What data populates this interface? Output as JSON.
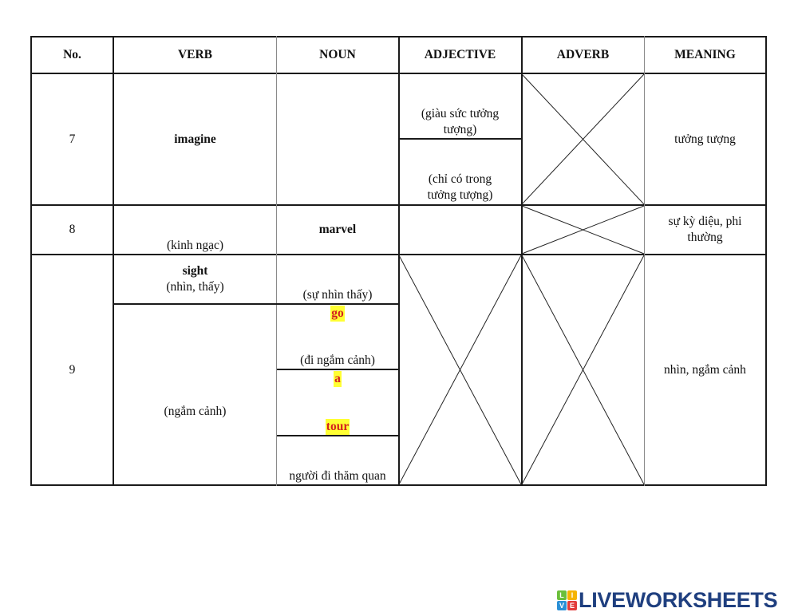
{
  "worksheet": {
    "headers": [
      "No.",
      "VERB",
      "NOUN",
      "ADJECTIVE",
      "ADVERB",
      "MEANING"
    ],
    "rows": [
      {
        "no": "7",
        "verb": "imagine",
        "noun": "",
        "adjective": [
          "(giàu sức tưởng tượng)",
          "(chỉ có trong tưởng tượng)"
        ],
        "adverb": "crossed-out",
        "meaning": "tưởng tượng"
      },
      {
        "no": "8",
        "verb": "(kinh ngạc)",
        "noun": "marvel",
        "adjective": "",
        "adverb": "crossed-out",
        "meaning": "sự kỳ diệu, phi thường"
      },
      {
        "no": "9",
        "verb_top_word": "sight",
        "verb_top_hint": "(nhìn, thấy)",
        "verb_bottom": "(ngắm cảnh)",
        "noun_cells": [
          {
            "hint": "(sự nhìn thấy)"
          },
          {
            "highlight": "go",
            "hint": "(đi ngắm cảnh)"
          },
          {
            "highlight_top": "a",
            "highlight_bottom": "tour"
          },
          {
            "hint": "người đi thăm quan"
          }
        ],
        "adjective": "crossed-out",
        "adverb": "crossed-out",
        "meaning": "nhìn, ngắm cảnh"
      }
    ]
  },
  "branding": {
    "logo_tiles": [
      "L",
      "I",
      "V",
      "E"
    ],
    "logo_tile_colors": [
      "#6bbf3a",
      "#f5b400",
      "#2a8fd6",
      "#e23b3b"
    ],
    "logo_text": "LIVEWORKSHEETS",
    "logo_color": "#1f3f7f"
  }
}
